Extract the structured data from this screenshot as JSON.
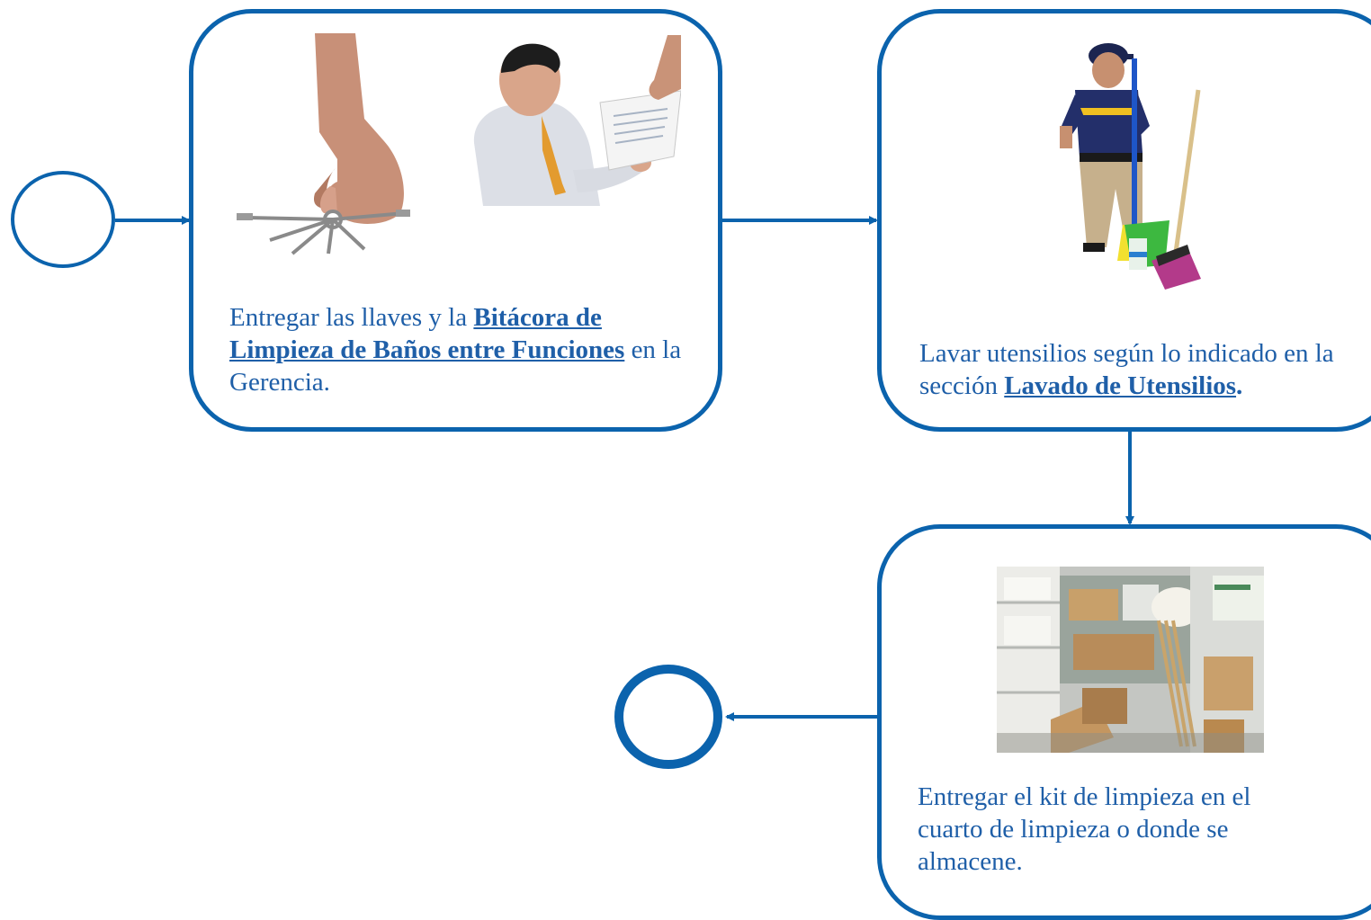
{
  "steps": {
    "step1": {
      "text_a": "Entregar las llaves y la ",
      "link": "Bitácora de Limpieza de Baños entre Funciones",
      "text_b": " en la Gerencia."
    },
    "step2": {
      "text_a": "Lavar utensilios según lo indicado en la sección ",
      "link": "Lavado de Utensilios",
      "text_b": "."
    },
    "step3": {
      "text_a": "Entregar el kit de limpieza en el cuarto de limpieza o donde se almacene."
    }
  },
  "colors": {
    "stroke": "#0b63ad",
    "text": "#1f5fa8"
  },
  "icons": [
    "keys-icon",
    "document-handoff-icon",
    "janitor-with-broom-icon",
    "storage-room-photo"
  ]
}
